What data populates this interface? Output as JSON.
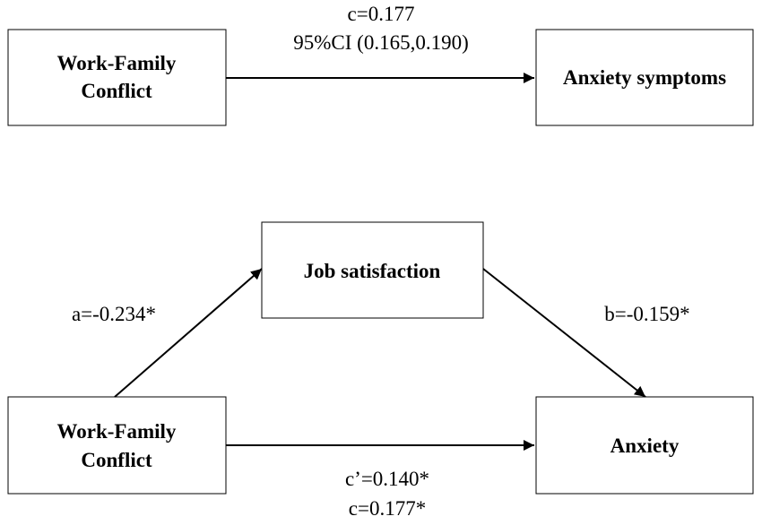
{
  "colors": {
    "line": "#000000",
    "background": "#ffffff"
  },
  "total_effect": {
    "predictor": {
      "line1": "Work-Family",
      "line2": "Conflict"
    },
    "outcome": {
      "label": "Anxiety symptoms"
    },
    "c_label": "c=0.177",
    "ci_label": "95%CI (0.165,0.190)"
  },
  "mediation": {
    "predictor": {
      "line1": "Work-Family",
      "line2": "Conflict"
    },
    "mediator": {
      "label": "Job satisfaction"
    },
    "outcome": {
      "label": "Anxiety"
    },
    "a_label": "a=-0.234*",
    "b_label": "b=-0.159*",
    "c_prime_label": "c’=0.140*",
    "c_label": "c=0.177*"
  }
}
